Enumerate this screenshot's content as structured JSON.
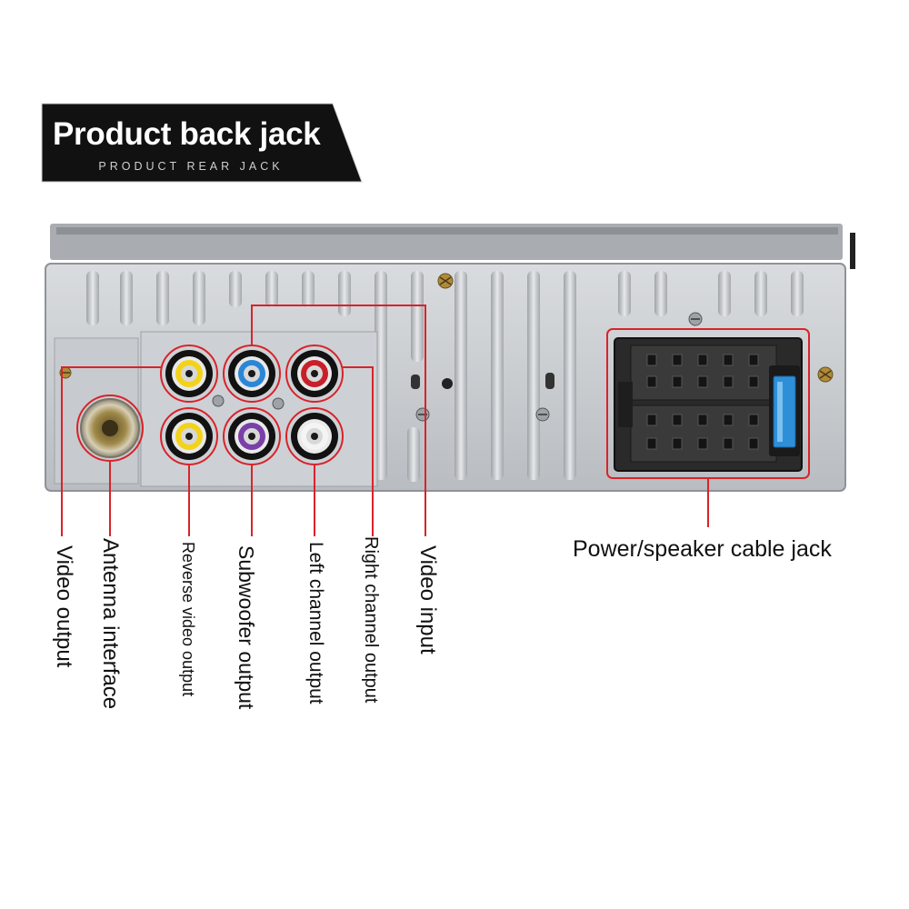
{
  "banner": {
    "title": "Product back jack",
    "subtitle": "PRODUCT REAR JACK"
  },
  "rca_jacks": [
    {
      "name": "video-output-jack",
      "color": "#f2d31a"
    },
    {
      "name": "video-input-jack",
      "color": "#2b86d6"
    },
    {
      "name": "right-channel-output-jack",
      "color": "#c8202a"
    },
    {
      "name": "reverse-video-output-jack",
      "color": "#f2d31a"
    },
    {
      "name": "subwoofer-output-jack",
      "color": "#7a3fa8"
    },
    {
      "name": "left-channel-output-jack",
      "color": "#f4f4f4"
    }
  ],
  "callouts": {
    "video_output": "Video output",
    "antenna_interface": "Antenna interface",
    "reverse_video_output": "Reverse video output",
    "subwoofer_output": "Subwoofer output",
    "left_channel_output": "Left channel output",
    "right_channel_output": "Right channel output",
    "video_input": "Video input",
    "power_speaker": "Power/speaker cable jack"
  },
  "colors": {
    "callout_line": "#d9232a",
    "banner_bg": "#111111",
    "chassis": "#c9cdd1",
    "fuse": "#2d8fd8"
  }
}
